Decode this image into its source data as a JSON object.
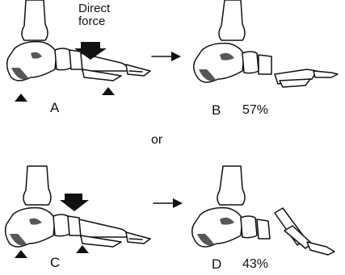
{
  "labels": {
    "direct_force_line1": "Direct",
    "direct_force_line2": "force",
    "panel_a": "A",
    "panel_b": "B",
    "panel_c": "C",
    "panel_d": "D",
    "percent_b": "57%",
    "percent_d": "43%",
    "or": "or"
  },
  "colors": {
    "ink": "#111111",
    "shading": "#3a3a3a",
    "background": "#ffffff"
  }
}
